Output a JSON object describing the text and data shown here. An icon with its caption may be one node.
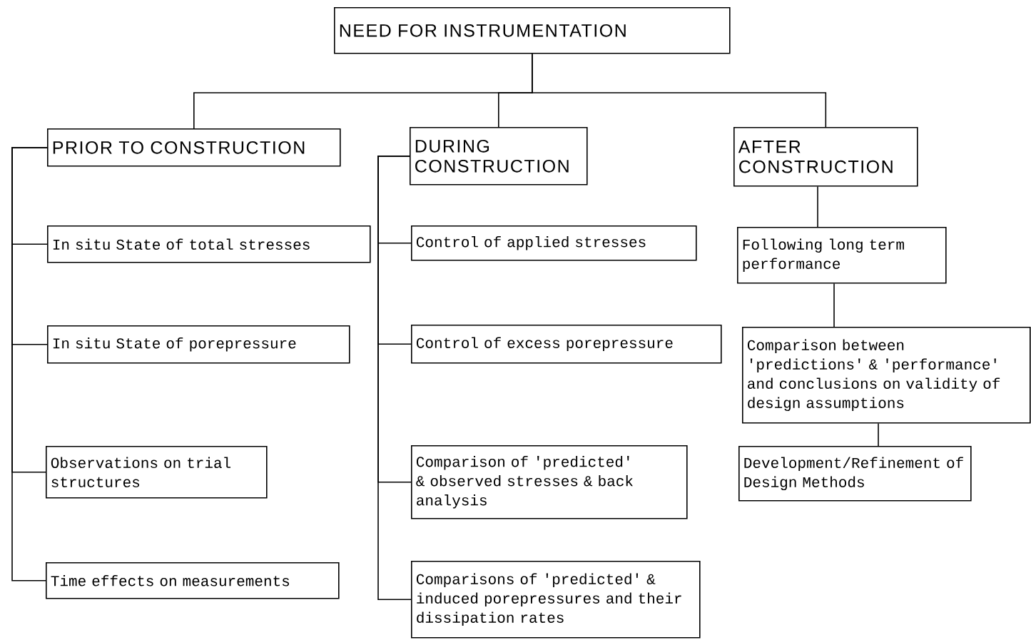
{
  "diagram": {
    "nodes": [
      {
        "text": [
          "NEED FOR INSTRUMENTATION"
        ]
      },
      {
        "text": [
          "PRIOR TO CONSTRUCTION"
        ]
      },
      {
        "text": [
          "DURING CONSTRUCTION"
        ]
      },
      {
        "text": [
          "AFTER CONSTRUCTION"
        ]
      },
      {
        "text": [
          "In situ State of total stresses"
        ]
      },
      {
        "text": [
          "In situ State of porepressure"
        ]
      },
      {
        "text": [
          "Observations on trial structures"
        ]
      },
      {
        "text": [
          "Time effects on measurements"
        ]
      },
      {
        "text": [
          "Control of applied stresses"
        ]
      },
      {
        "text": [
          "Control of excess porepressure"
        ]
      },
      {
        "text": [
          "Comparison of 'predicted' & observed stresses & back analysis"
        ]
      },
      {
        "text": [
          "Comparisons of 'predicted' & induced porepressures and their dissipation rates"
        ]
      },
      {
        "text": [
          "Following long term performance"
        ]
      },
      {
        "text": [
          "Comparison between 'predictions' & 'performance' and conclusions on validity of design assumptions"
        ]
      },
      {
        "text": [
          "Development/Refinement of Design Methods"
        ]
      }
    ],
    "edges": [
      {
        "from": 0,
        "to": 1,
        "arrow": "none"
      },
      {
        "from": 0,
        "to": 2,
        "arrow": "none"
      },
      {
        "from": 0,
        "to": 3,
        "arrow": "none"
      },
      {
        "from": 1,
        "to": 4,
        "arrow": "none"
      },
      {
        "from": 1,
        "to": 5,
        "arrow": "none"
      },
      {
        "from": 1,
        "to": 6,
        "arrow": "none"
      },
      {
        "from": 1,
        "to": 7,
        "arrow": "none"
      },
      {
        "from": 2,
        "to": 8,
        "arrow": "none"
      },
      {
        "from": 2,
        "to": 9,
        "arrow": "none"
      },
      {
        "from": 2,
        "to": 10,
        "arrow": "none"
      },
      {
        "from": 2,
        "to": 11,
        "arrow": "none"
      },
      {
        "from": 3,
        "to": 12,
        "arrow": "none"
      },
      {
        "from": 12,
        "to": 13,
        "arrow": "none"
      },
      {
        "from": 13,
        "to": 14,
        "arrow": "none"
      }
    ]
  }
}
